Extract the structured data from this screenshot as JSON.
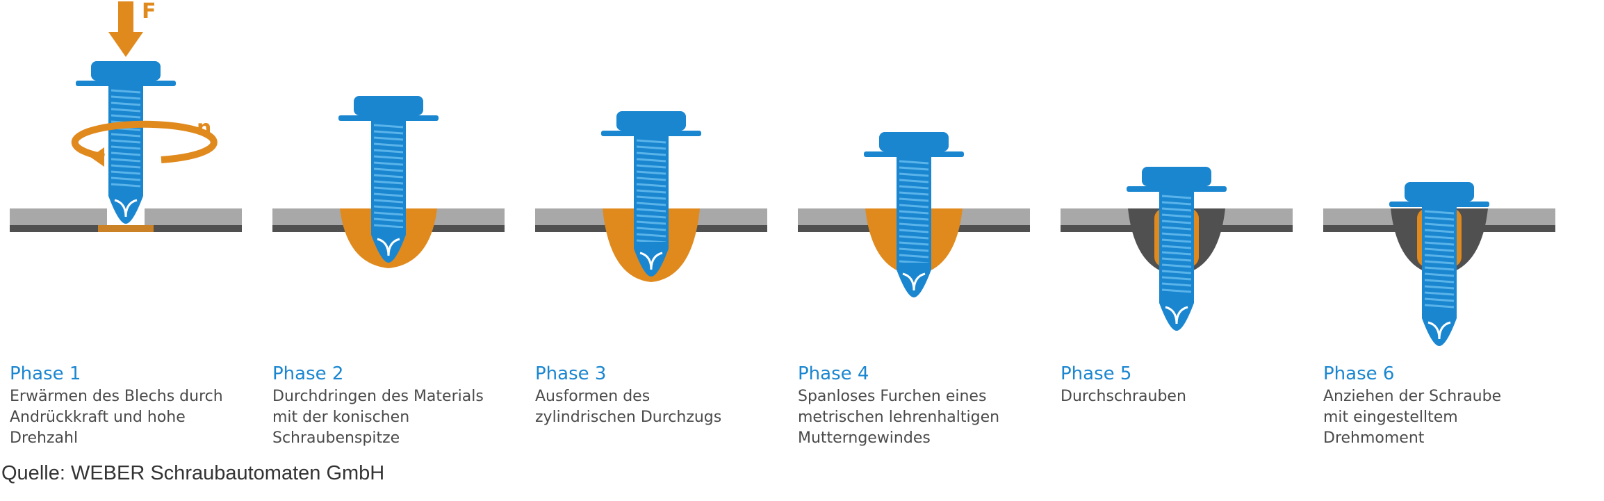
{
  "labels": {
    "force": "F",
    "speed": "n"
  },
  "phases": [
    {
      "title": "Phase 1",
      "desc": "Erwärmen des Blechs durch\nAndrückkraft und hohe\nDrehzahl"
    },
    {
      "title": "Phase 2",
      "desc": "Durchdringen des Materials\nmit der konischen\nSchraubenspitze"
    },
    {
      "title": "Phase 3",
      "desc": "Ausformen des\nzylindrischen Durchzugs"
    },
    {
      "title": "Phase 4",
      "desc": "Spanloses Furchen eines\nmetrischen lehrenhaltigen\nMutterngewindes"
    },
    {
      "title": "Phase 5",
      "desc": "Durchschrauben"
    },
    {
      "title": "Phase 6",
      "desc": "Anziehen der Schraube\nmit eingestelltem\nDrehmoment"
    }
  ],
  "source": "Quelle: WEBER Schraubautomaten GmbH",
  "colors": {
    "screw": "#1a86d0",
    "thread": "#5ab4ea",
    "sheet_top": "#a8a8a8",
    "sheet_bottom": "#505050",
    "heat": "#e08a1e",
    "arrow": "#e08a1e",
    "title": "#1a86d0",
    "text": "#4a4a4a"
  }
}
